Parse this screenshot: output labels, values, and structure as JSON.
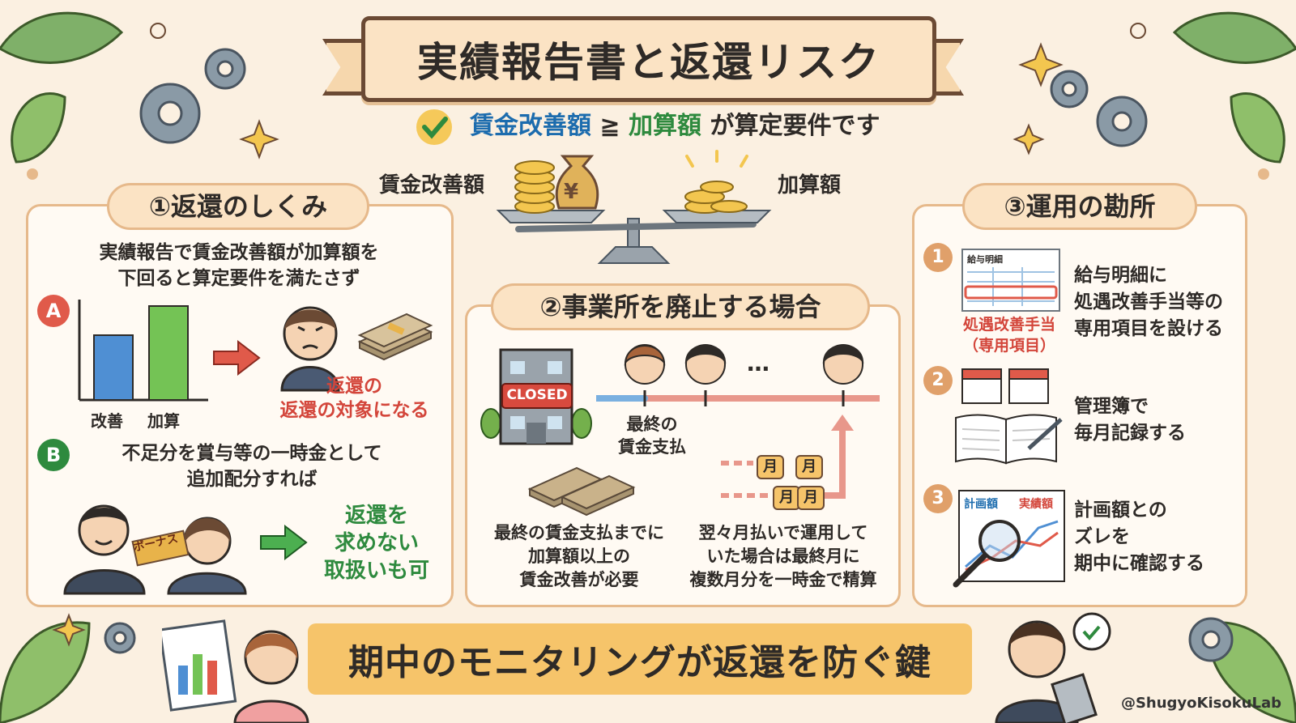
{
  "title": "実績報告書と返還リスク",
  "subtitle": {
    "lhs": "賃金改善額",
    "op": "≧",
    "rhs": "加算額",
    "tail": "が算定要件です"
  },
  "scale": {
    "left_label": "賃金改善額",
    "right_label": "加算額",
    "coin_symbol": "¥"
  },
  "panel1": {
    "title": "①返還のしくみ",
    "intro": [
      "実績報告で賃金改善額が加算額を",
      "下回ると算定要件を満たさず"
    ],
    "a_badge": "A",
    "bar_labels": [
      "改善",
      "加算"
    ],
    "a_result": [
      "返還の",
      "返還の対象になる"
    ],
    "b_badge": "B",
    "b_text": [
      "不足分を賞与等の一時金として",
      "追加配分すれば"
    ],
    "bonus_label": "ボーナス",
    "b_result": [
      "返還を",
      "求めない",
      "取扱いも可"
    ]
  },
  "panel2": {
    "title": "②事業所を廃止する場合",
    "closed_sign": "CLOSED",
    "ellipsis": "…",
    "final_pay": [
      "最終の",
      "賃金支払"
    ],
    "months": [
      "月",
      "月",
      "月",
      "月"
    ],
    "left_text": [
      "最終の賃金支払までに",
      "加算額以上の",
      "賃金改善が必要"
    ],
    "right_text": [
      "翌々月払いで運用して",
      "いた場合は最終月に",
      "複数月分を一時金で精算"
    ]
  },
  "panel3": {
    "title": "③運用の勘所",
    "item1": {
      "num": "1",
      "slip_title": "給与明細",
      "slip_label": [
        "処遇改善手当",
        "（専用項目）"
      ],
      "text": [
        "給与明細に",
        "処遇改善手当等の",
        "専用項目を設ける"
      ]
    },
    "item2": {
      "num": "2",
      "text": [
        "管理簿で",
        "毎月記録する"
      ]
    },
    "item3": {
      "num": "3",
      "chart_labels": [
        "計画額",
        "実績額"
      ],
      "text": [
        "計画額との",
        "ズレを",
        "期中に確認する"
      ]
    }
  },
  "bottom_banner": "期中のモニタリングが返還を防ぐ鍵",
  "credit": "@ShugyoKisokuLab",
  "colors": {
    "background": "#fbf0e1",
    "panel_border": "#e6b98b",
    "accent_red": "#d3453a",
    "accent_green": "#2e8a3e",
    "accent_blue": "#1c6cae",
    "banner_yellow": "#f6c46a"
  }
}
